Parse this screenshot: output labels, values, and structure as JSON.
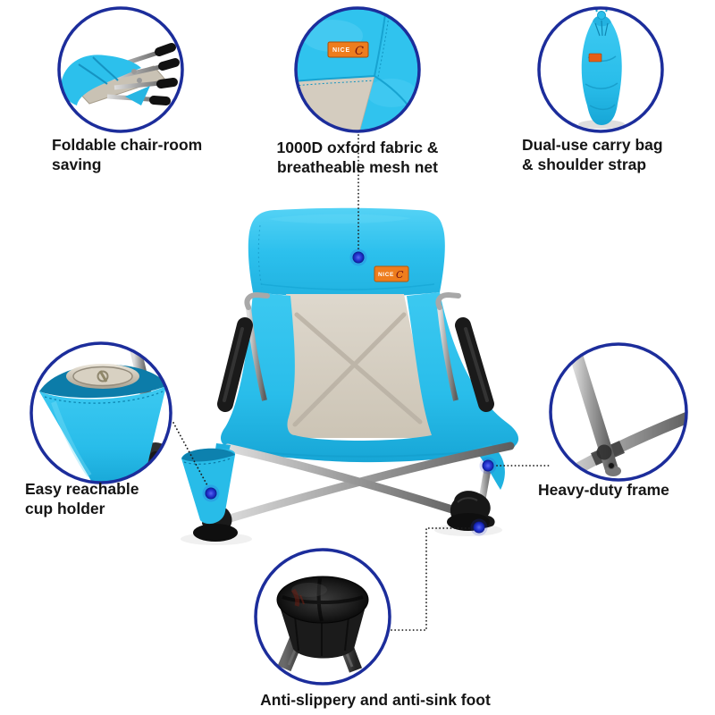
{
  "brand": {
    "nice": "NICE",
    "c": "C"
  },
  "callouts": {
    "foldable": {
      "line1": "Foldable chair-room",
      "line2": "saving",
      "icon": "folded-chair-photo"
    },
    "fabric": {
      "line1": "1000D oxford fabric &",
      "line2": "breatheable mesh net",
      "icon": "fabric-closeup-photo"
    },
    "bag": {
      "line1": "Dual-use carry bag",
      "line2": "& shoulder strap",
      "icon": "carry-bag-photo"
    },
    "cup": {
      "line1": "Easy reachable",
      "line2": "cup holder",
      "icon": "cup-holder-photo"
    },
    "frame": {
      "line1": "Heavy-duty frame",
      "line2": "",
      "icon": "frame-tubes-photo"
    },
    "foot": {
      "line1": "Anti-slippery and anti-sink foot",
      "line2": "",
      "icon": "foot-cap-photo"
    }
  },
  "palette": {
    "background": "#ffffff",
    "chair_blue": "#2bbfec",
    "circle_ring_navy": "#1c2d9b",
    "tag_orange": "#ee7d1d",
    "connector_dot_blue": "#2c3cd8",
    "mesh_tan": "#d4ccbf",
    "frame_metal_gray": "#9a9a9a",
    "foam_black": "#1a1a1a",
    "label_text": "#151515"
  }
}
